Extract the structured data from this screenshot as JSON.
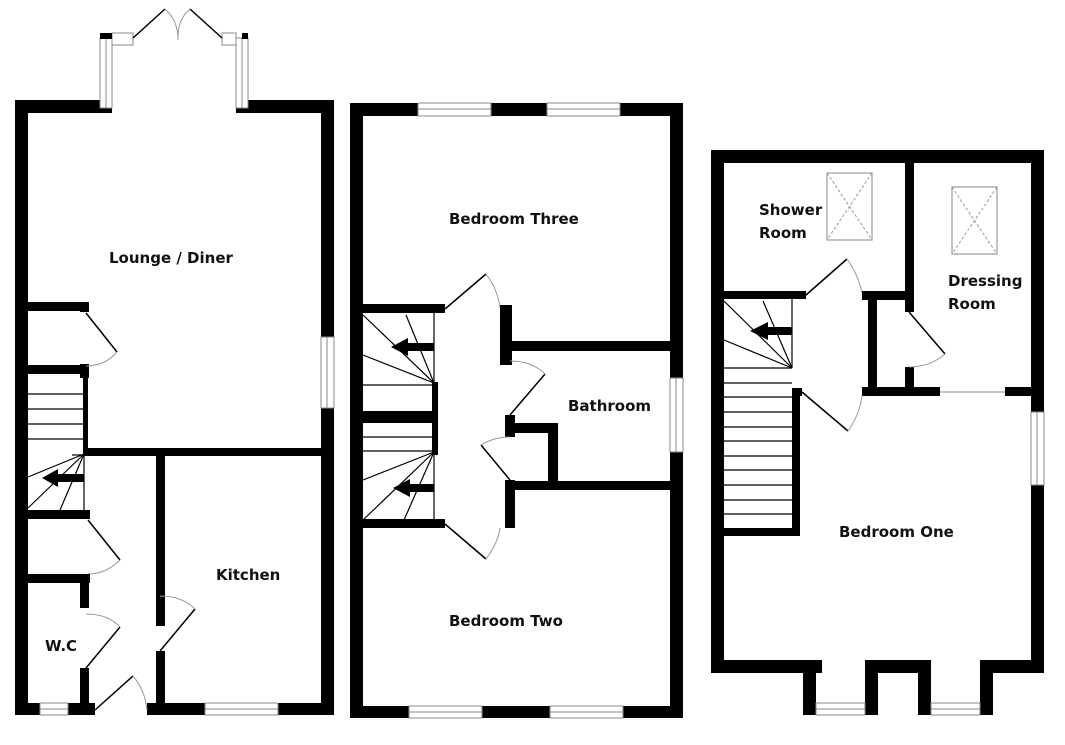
{
  "floorplan": {
    "ground_floor": {
      "rooms": {
        "lounge_diner": "Lounge / Diner",
        "kitchen": "Kitchen",
        "wc": "W.C"
      }
    },
    "first_floor": {
      "rooms": {
        "bedroom_three": "Bedroom Three",
        "bathroom": "Bathroom",
        "bedroom_two": "Bedroom Two"
      }
    },
    "second_floor": {
      "rooms": {
        "shower_room_line1": "Shower",
        "shower_room_line2": "Room",
        "dressing_room_line1": "Dressing",
        "dressing_room_line2": "Room",
        "bedroom_one": "Bedroom One"
      }
    },
    "colors": {
      "wall": "#000000",
      "window": "#888888",
      "background": "#ffffff"
    }
  }
}
